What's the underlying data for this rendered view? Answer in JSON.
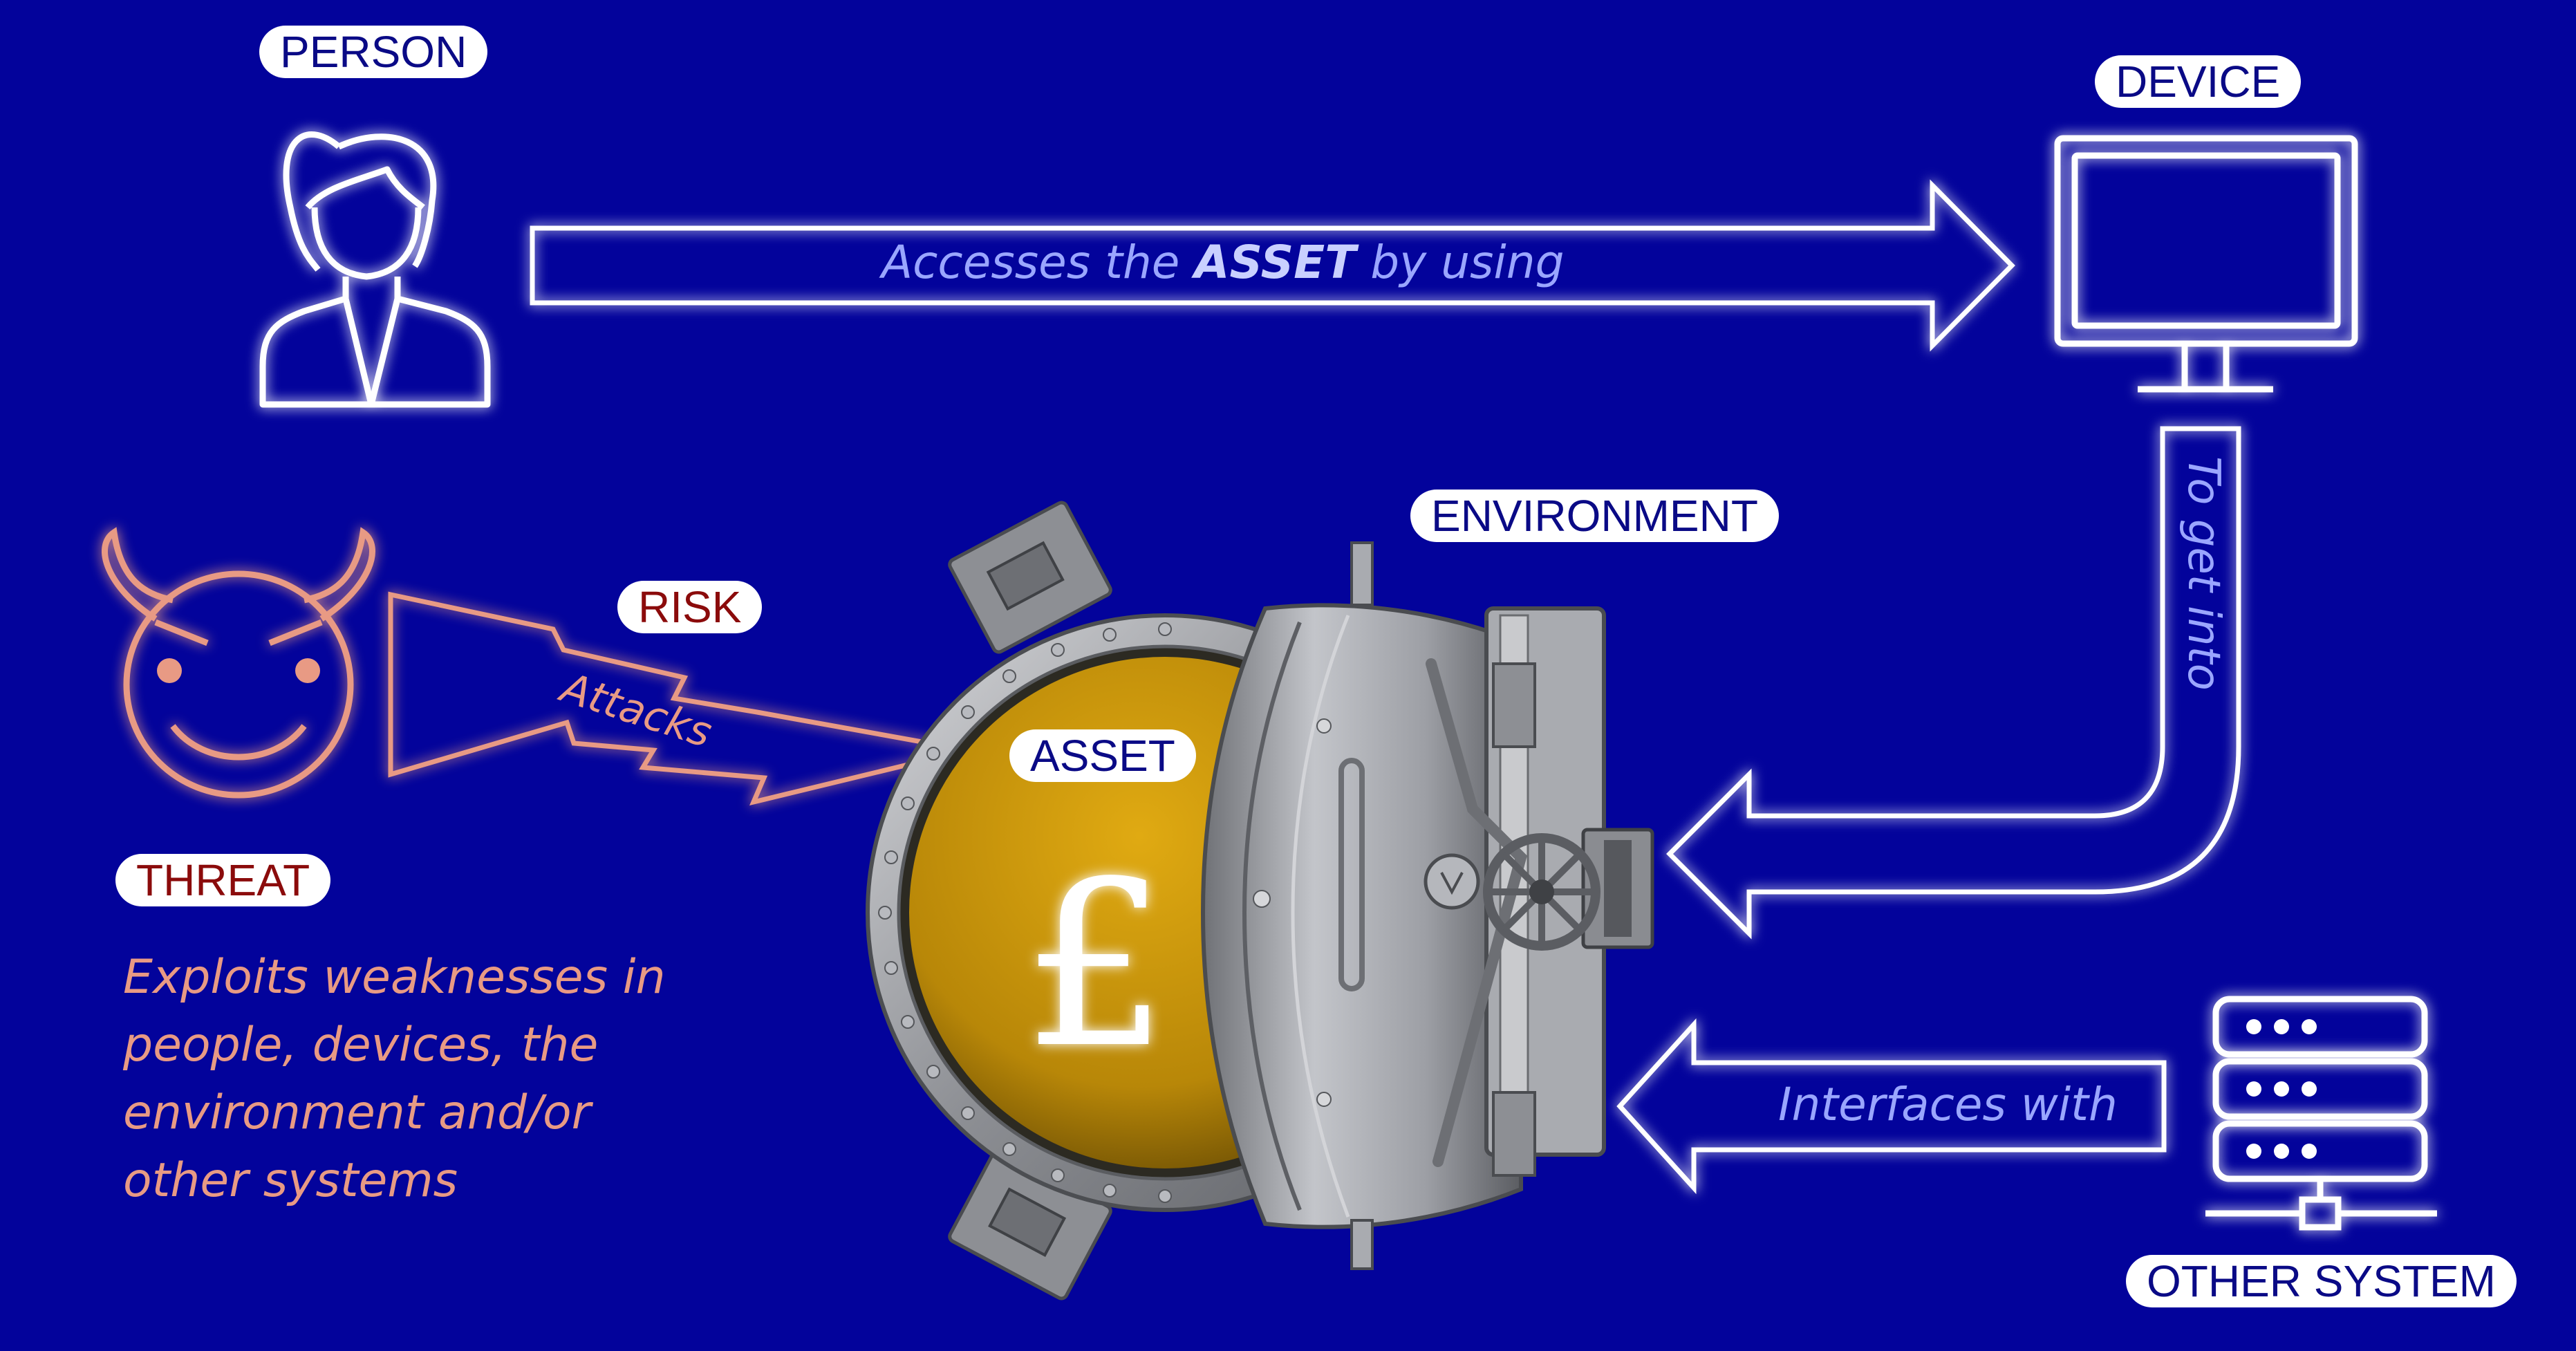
{
  "labels": {
    "person": "PERSON",
    "device": "DEVICE",
    "environment": "ENVIRONMENT",
    "risk": "RISK",
    "asset": "ASSET",
    "threat": "THREAT",
    "other_system": "OTHER SYSTEM"
  },
  "arrows": {
    "access_prefix": "Accesses the ",
    "access_emphasis": "ASSET",
    "access_suffix": " by using",
    "get_into": "To get into",
    "attacks": "Attacks",
    "interfaces": "Interfaces with"
  },
  "threat_description": "Exploits weaknesses in people, devices, the environment and/or other systems",
  "asset_symbol": "£",
  "icons": [
    "person-icon",
    "monitor-icon",
    "devil-icon",
    "server-icon",
    "vault-icon"
  ],
  "colors": {
    "background": "#03039b",
    "neon": "#ffffff",
    "glow": "#9aa6ff",
    "threat": "#e89a84",
    "risk_label": "#8b0b0b",
    "label_text": "#0a0a86",
    "gold": "#c8960a",
    "steel": "#9c9ea4"
  }
}
